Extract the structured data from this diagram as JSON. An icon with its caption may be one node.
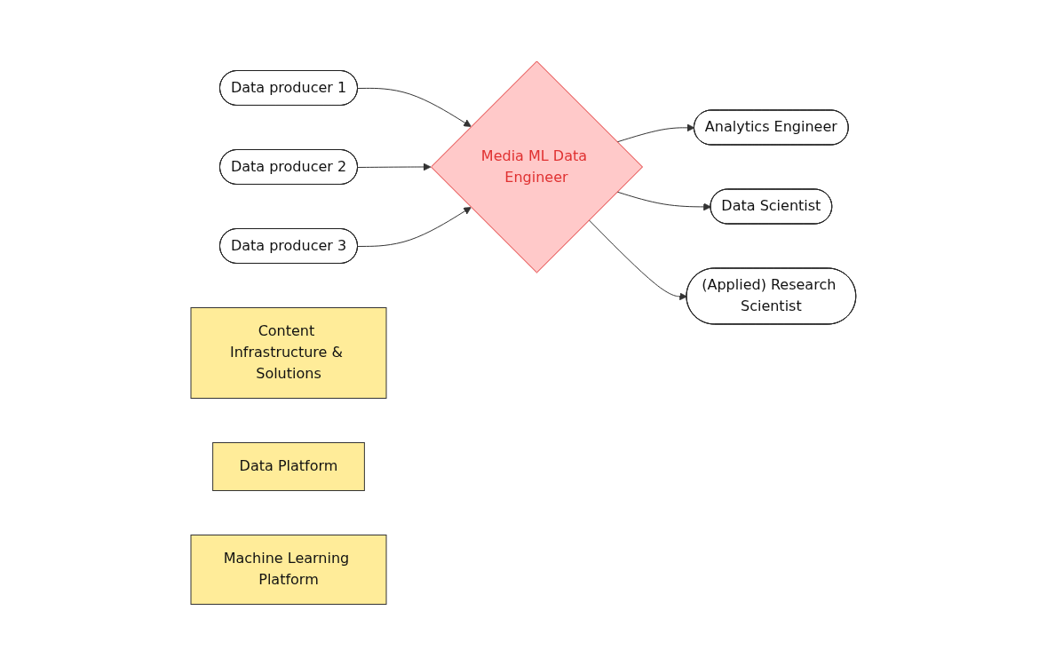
{
  "diagram": {
    "nodes": [
      {
        "text": [
          "Data producer 1"
        ]
      },
      {
        "text": [
          "Data producer 2"
        ]
      },
      {
        "text": [
          "Data producer 3"
        ]
      },
      {
        "text": [
          "Media ML Data Engineer"
        ]
      },
      {
        "text": [
          "Analytics Engineer"
        ]
      },
      {
        "text": [
          "Data Scientist"
        ]
      },
      {
        "text": [
          "(Applied) Research Scientist"
        ]
      },
      {
        "text": [
          "Content Infrastructure & Solutions"
        ]
      },
      {
        "text": [
          "Data Platform"
        ]
      },
      {
        "text": [
          "Machine Learning Platform"
        ]
      }
    ],
    "edges": [
      {
        "from": 0,
        "to": 3,
        "arrow": "to"
      },
      {
        "from": 1,
        "to": 3,
        "arrow": "to"
      },
      {
        "from": 2,
        "to": 3,
        "arrow": "to"
      },
      {
        "from": 3,
        "to": 4,
        "arrow": "to"
      },
      {
        "from": 3,
        "to": 5,
        "arrow": "to"
      },
      {
        "from": 3,
        "to": 6,
        "arrow": "to"
      }
    ]
  }
}
